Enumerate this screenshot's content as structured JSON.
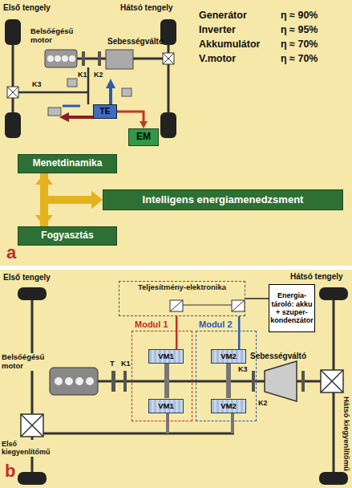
{
  "diagram": {
    "nodes": [
      {
        "text": [
          "TE"
        ]
      },
      {
        "text": [
          "EM"
        ]
      },
      {
        "text": [
          "Menetdinamika"
        ]
      },
      {
        "text": [
          "Intelligens energiamenedzsment"
        ]
      },
      {
        "text": [
          "Fogyasztás"
        ]
      },
      {
        "text": [
          "Teljesítmény-elektronika"
        ]
      },
      {
        "text": [
          "Energia-tároló: akku + szuper-kondenzátor"
        ]
      },
      {
        "text": [
          "Modul 1"
        ]
      },
      {
        "text": [
          "VM1"
        ],
        "in": 7
      },
      {
        "text": [
          "VM1"
        ],
        "in": 7
      },
      {
        "text": [
          "Modul 2"
        ]
      },
      {
        "text": [
          "VM2"
        ],
        "in": 10
      },
      {
        "text": [
          "VM2"
        ],
        "in": 10
      }
    ],
    "edges": [
      {
        "from": 0,
        "to": 1,
        "arrow": "to"
      },
      {
        "from": 2,
        "to": 4,
        "arrow": "both"
      },
      {
        "from": 2,
        "to": 3,
        "arrow": "to"
      },
      {
        "from": 4,
        "to": 3,
        "arrow": "to"
      },
      {
        "from": 6,
        "to": 5,
        "arrow": "none"
      },
      {
        "from": 5,
        "to": 8,
        "arrow": "none"
      },
      {
        "from": 5,
        "to": 11,
        "arrow": "none"
      }
    ],
    "labels": [
      "Első tengely",
      "Hátsó tengely",
      "Belsőégésű motor",
      "K1",
      "K2",
      "Sebességváltó",
      "K3",
      "Generátor",
      "η ≈ 90%",
      "Inverter",
      "η ≈ 95%",
      "Akkumulátor",
      "η ≈ 70%",
      "V.motor",
      "η ≈ 70%",
      "a",
      "Első tengely",
      "Hátsó tengely",
      "Belsőégésű motor",
      "T",
      "K1",
      "K3",
      "Sebességváltó",
      "K2",
      "Első kiegyenlítőmű",
      "Hátsó kiegyenlítőmű",
      "b"
    ]
  }
}
